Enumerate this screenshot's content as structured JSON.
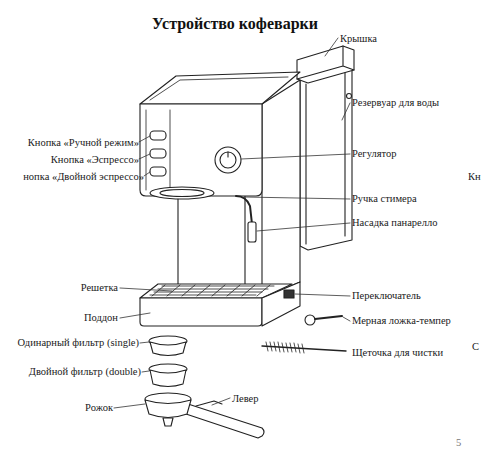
{
  "diagram": {
    "title": "Устройство кофеварки",
    "labels": [
      "Крышка",
      "Резервуар для воды",
      "Кнопка «Ручной режим»",
      "Кнопка «Эспрессо»",
      "нопка «Двойной эспрессо»",
      "Регулятор",
      "Кн",
      "Ручка стимера",
      "Насадка панарелло",
      "Решетка",
      "Переключатель",
      "Поддон",
      "Мерная ложка-темпер",
      "Одинарный фильтр (single)",
      "С",
      "Щеточка для чистки",
      "Двойной фильтр (double)",
      "Левер",
      "Рожок",
      "5"
    ]
  }
}
